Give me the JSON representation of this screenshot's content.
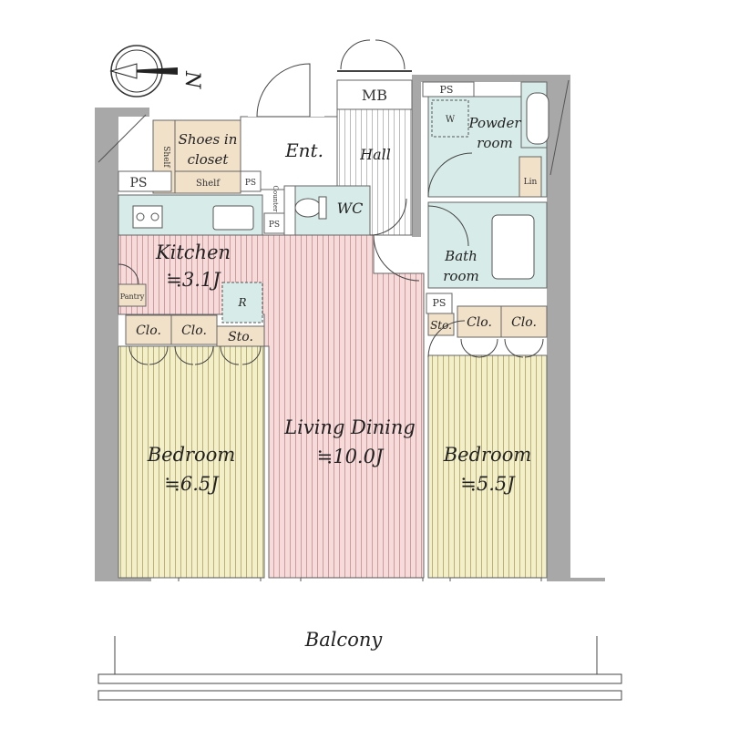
{
  "compass": {
    "north_label": "N"
  },
  "rooms": {
    "mb": "MB",
    "ps_top": "PS",
    "ps_left": "PS",
    "ps_small_1": "PS",
    "ps_small_2": "PS",
    "ps_right": "PS",
    "powder_1": "Powder",
    "powder_2": "room",
    "w": "W",
    "shelf_vertical": "Shelf",
    "shelf_horizontal": "Shelf",
    "shoes_1": "Shoes in",
    "shoes_2": "closet",
    "ent": "Ent.",
    "hall": "Hall",
    "counter": "Counter",
    "wc": "WC",
    "lin": "Lin",
    "bath_1": "Bath",
    "bath_2": "room",
    "kitchen": "Kitchen",
    "kitchen_size": "≒3.1J",
    "pantry": "Pantry",
    "refrigerator": "R",
    "clo_a": "Clo.",
    "clo_b": "Clo.",
    "sto_left": "Sto.",
    "sto_right": "Sto.",
    "clo_c": "Clo.",
    "clo_d": "Clo.",
    "bedroom_left": "Bedroom",
    "bedroom_left_size": "≒6.5J",
    "living": "Living Dining",
    "living_size": "≒10.0J",
    "bedroom_right": "Bedroom",
    "bedroom_right_size": "≒5.5J",
    "balcony": "Balcony"
  },
  "colors": {
    "wall": "#a8a8a8",
    "bedroom_floor": "#f3efc9",
    "living_floor": "#f7dada",
    "wet_room": "#d7ece8",
    "closet": "#f0e1c8",
    "hall_floor": "#ffffff"
  }
}
